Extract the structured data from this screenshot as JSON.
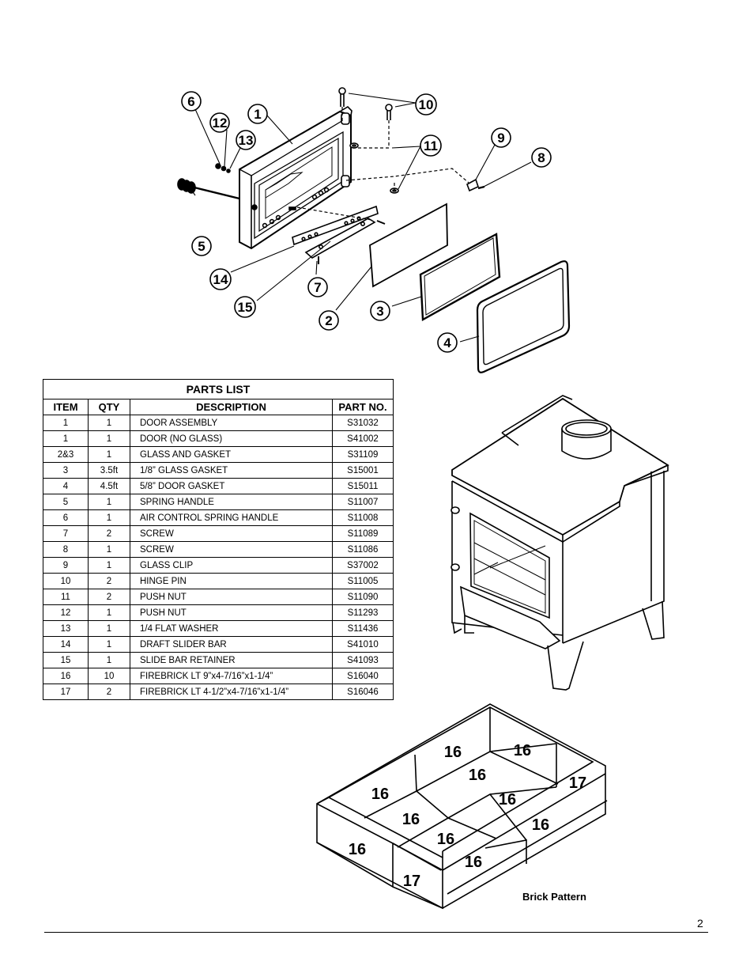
{
  "callouts": {
    "c1": "1",
    "c2": "2",
    "c3": "3",
    "c4": "4",
    "c5": "5",
    "c6": "6",
    "c7": "7",
    "c8": "8",
    "c9": "9",
    "c10": "10",
    "c11": "11",
    "c12": "12",
    "c13": "13",
    "c14": "14",
    "c15": "15"
  },
  "parts_list": {
    "title": "PARTS LIST",
    "headers": {
      "item": "ITEM",
      "qty": "QTY",
      "description": "DESCRIPTION",
      "part_no": "PART NO."
    },
    "rows": [
      {
        "item": "1",
        "qty": "1",
        "description": "DOOR ASSEMBLY",
        "part_no": "S31032"
      },
      {
        "item": "1",
        "qty": "1",
        "description": "DOOR (NO GLASS)",
        "part_no": "S41002"
      },
      {
        "item": "2&3",
        "qty": "1",
        "description": "GLASS AND GASKET",
        "part_no": "S31109"
      },
      {
        "item": "3",
        "qty": "3.5ft",
        "description": "1/8” GLASS GASKET",
        "part_no": "S15001"
      },
      {
        "item": "4",
        "qty": "4.5ft",
        "description": "5/8” DOOR GASKET",
        "part_no": "S15011"
      },
      {
        "item": "5",
        "qty": "1",
        "description": "SPRING HANDLE",
        "part_no": "S11007"
      },
      {
        "item": "6",
        "qty": "1",
        "description": "AIR CONTROL SPRING HANDLE",
        "part_no": "S11008"
      },
      {
        "item": "7",
        "qty": "2",
        "description": "SCREW",
        "part_no": "S11089"
      },
      {
        "item": "8",
        "qty": "1",
        "description": "SCREW",
        "part_no": "S11086"
      },
      {
        "item": "9",
        "qty": "1",
        "description": "GLASS CLIP",
        "part_no": "S37002"
      },
      {
        "item": "10",
        "qty": "2",
        "description": "HINGE PIN",
        "part_no": "S11005"
      },
      {
        "item": "11",
        "qty": "2",
        "description": "PUSH NUT",
        "part_no": "S11090"
      },
      {
        "item": "12",
        "qty": "1",
        "description": "PUSH NUT",
        "part_no": "S11293"
      },
      {
        "item": "13",
        "qty": "1",
        "description": "1/4 FLAT WASHER",
        "part_no": "S11436"
      },
      {
        "item": "14",
        "qty": "1",
        "description": "DRAFT SLIDER BAR",
        "part_no": "S41010"
      },
      {
        "item": "15",
        "qty": "1",
        "description": "SLIDE BAR RETAINER",
        "part_no": "S41093"
      },
      {
        "item": "16",
        "qty": "10",
        "description": "FIREBRICK LT 9”x4-7/16”x1-1/4”",
        "part_no": "S16040"
      },
      {
        "item": "17",
        "qty": "2",
        "description": "FIREBRICK LT 4-1/2”x4-7/16”x1-1/4”",
        "part_no": "S16046"
      }
    ]
  },
  "brick_pattern": {
    "caption": "Brick Pattern",
    "labels": [
      "16",
      "16",
      "16",
      "17",
      "16",
      "16",
      "16",
      "16",
      "16",
      "16",
      "16",
      "17"
    ]
  },
  "page_number": "2"
}
